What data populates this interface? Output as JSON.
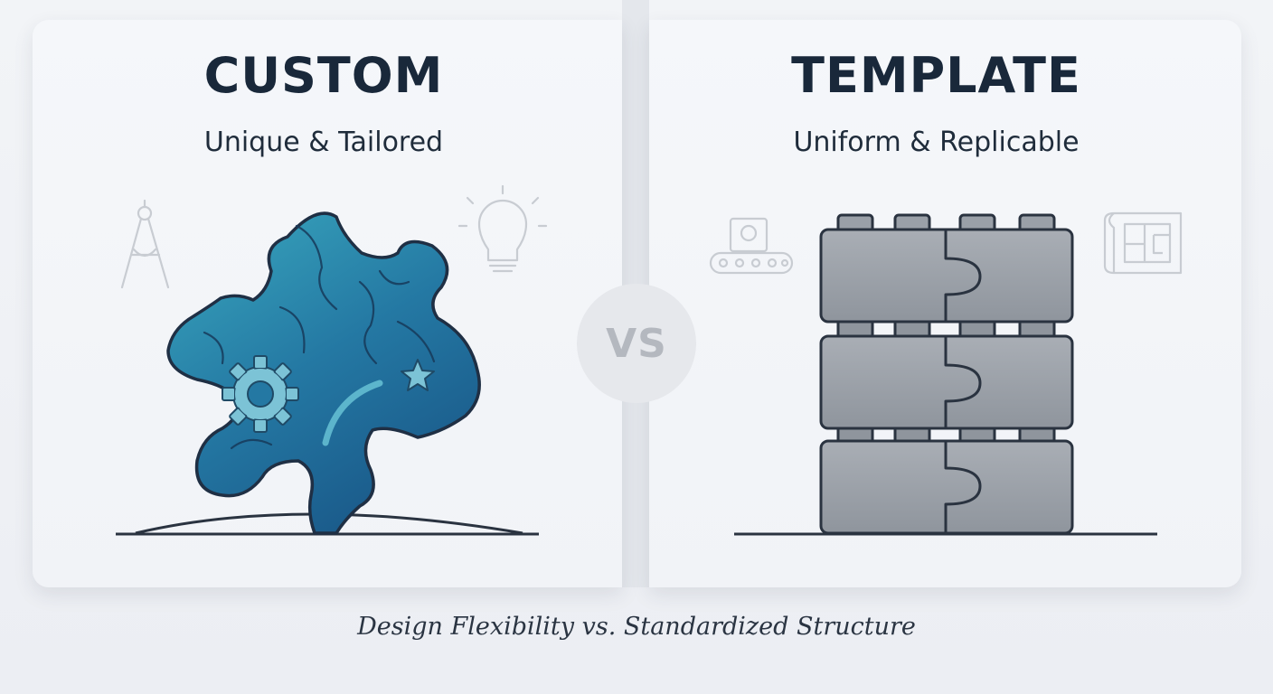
{
  "left_panel": {
    "title": "CUSTOM",
    "subtitle": "Unique & Tailored",
    "icons": [
      "drafting-compass-icon",
      "light-bulb-icon",
      "puzzle-piece-icon",
      "gear-icon",
      "star-icon"
    ]
  },
  "right_panel": {
    "title": "TEMPLATE",
    "subtitle": "Uniform & Replicable",
    "icons": [
      "conveyor-belt-icon",
      "blueprint-icon",
      "stacked-blocks-icon"
    ]
  },
  "vs_label": "VS",
  "caption": "Design Flexibility vs. Standardized Structure",
  "colors": {
    "heading": "#19283a",
    "puzzle_teal": "#2e93ad",
    "puzzle_dark": "#1a5d8a",
    "block_gray": "#9aa0a8",
    "outline": "#2a3340"
  }
}
